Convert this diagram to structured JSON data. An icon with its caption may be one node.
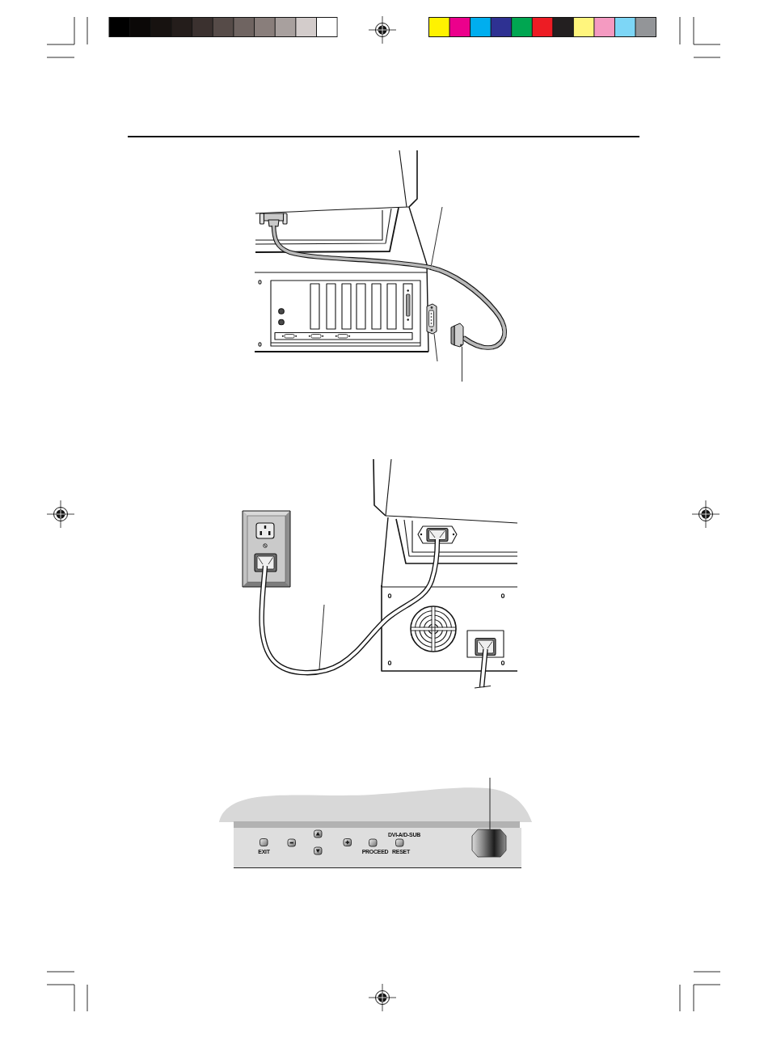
{
  "diagram": {
    "nodes": [
      {
        "text": [],
        "shape": "picture"
      },
      {
        "text": [],
        "shape": "picture"
      },
      {
        "text": [],
        "shape": "picture"
      },
      {
        "text": [],
        "shape": "picture"
      },
      {
        "text": [],
        "shape": "picture"
      },
      {
        "text": [],
        "shape": "picture"
      }
    ],
    "edges": [
      {
        "from": null,
        "to": 0,
        "arrow": "none"
      },
      {
        "from": 0,
        "to": 3,
        "arrow": "none",
        "style": "thick",
        "color": "#b9b9b9"
      },
      {
        "from": 2,
        "to": 1,
        "arrow": "to",
        "style": "thick"
      },
      {
        "from": 3,
        "to": 2,
        "arrow": "to",
        "style": "thick"
      },
      {
        "from": null,
        "to": 2,
        "arrow": "none"
      },
      {
        "from": null,
        "to": 3,
        "arrow": "none"
      },
      {
        "from": null,
        "to": 4,
        "arrow": "none"
      },
      {
        "from": null,
        "to": 5,
        "arrow": "none"
      }
    ],
    "labels": [
      "DVI-A/D-SUB",
      "EXIT",
      "PROCEED",
      "RESET"
    ]
  }
}
